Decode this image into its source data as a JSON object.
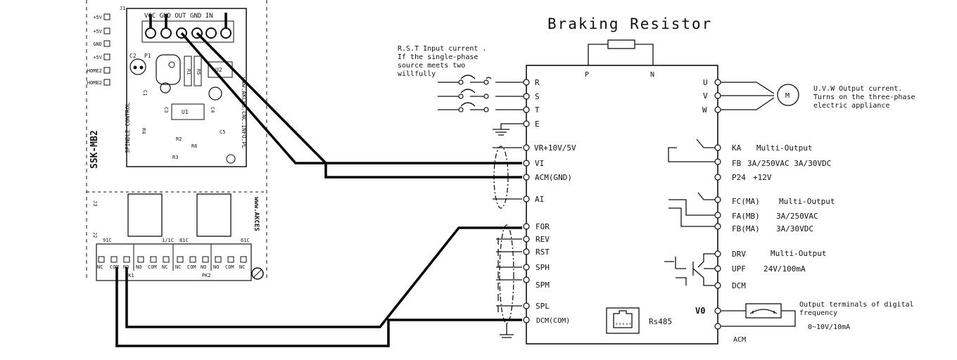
{
  "title": "Braking Resistor",
  "bus_labels": {
    "p": "P",
    "n": "N"
  },
  "notes": {
    "input": [
      "R.S.T Input current .",
      "If the single-phase",
      "source meets two",
      "willfully"
    ],
    "output": [
      "U.V.W Output current.",
      "Turns on the three-phase",
      "electric appliance"
    ],
    "digital": [
      "Output terminals of digital",
      "frequency"
    ]
  },
  "motor_label": "M",
  "left_terminals": {
    "r": "R",
    "s": "S",
    "t": "T",
    "e": "E",
    "vr": "VR+10V/5V",
    "vi": "VI",
    "acm": "ACM(GND)",
    "ai": "AI",
    "for": "FOR",
    "rev": "REV",
    "rst": "RST",
    "sph": "SPH",
    "spm": "SPM",
    "spl": "SPL",
    "dcm": "DCM(COM)"
  },
  "right_terminals": {
    "u": "U",
    "v": "V",
    "w": "W",
    "ka": "KA",
    "ka_desc": "Multi-Output",
    "fb": "FB",
    "fb_desc": "3A/250VAC 3A/30VDC",
    "p24": "P24",
    "p24_desc": "+12V",
    "fc": "FC(MA)",
    "fc_desc": "Multi-Output",
    "fa": "FA(MB)",
    "fa_desc": "3A/250VAC",
    "fbma": "FB(MA)",
    "fbma_desc": "3A/30VDC",
    "drv": "DRV",
    "drv_desc": "Multi-Output",
    "upf": "UPF",
    "upf_desc": "24V/100mA",
    "dcm": "DCM",
    "vo": "V0",
    "acm": "ACM",
    "freq_range": "0~10V/10mA"
  },
  "rs485": "Rs485",
  "board": {
    "name": "SSK-MB2",
    "side_pins": [
      "+5V",
      "+5V",
      "GND",
      "+5V",
      "HOME2",
      "HOME2"
    ],
    "top_pins": "VCC GND OUT GND IN",
    "j1": "J1",
    "spindle_control": "SPINDLE CONTROL",
    "website_vertical": "www.AKCES.CNC.INFO.PL",
    "website": "www.AKCES",
    "components": {
      "p1": "P1",
      "c2": "C2",
      "r1": "R1",
      "r5": "R5",
      "u2": "U2",
      "c1": "C1",
      "c3": "C3",
      "u1": "U1",
      "c4": "C4",
      "c5": "C5",
      "r4": "R4",
      "r2": "R2",
      "r6": "R6",
      "r3": "R3"
    },
    "j2": "J2",
    "j3": "J3",
    "relay_codes": [
      "91C",
      "1/1C",
      "81C",
      "61C"
    ],
    "relay_contacts": [
      "NC",
      "COM",
      "NO",
      "NO",
      "COM",
      "NC",
      "NC",
      "COM",
      "NO",
      "NO",
      "COM",
      "NC"
    ],
    "pk1": "PK1",
    "pk2": "PK2"
  }
}
